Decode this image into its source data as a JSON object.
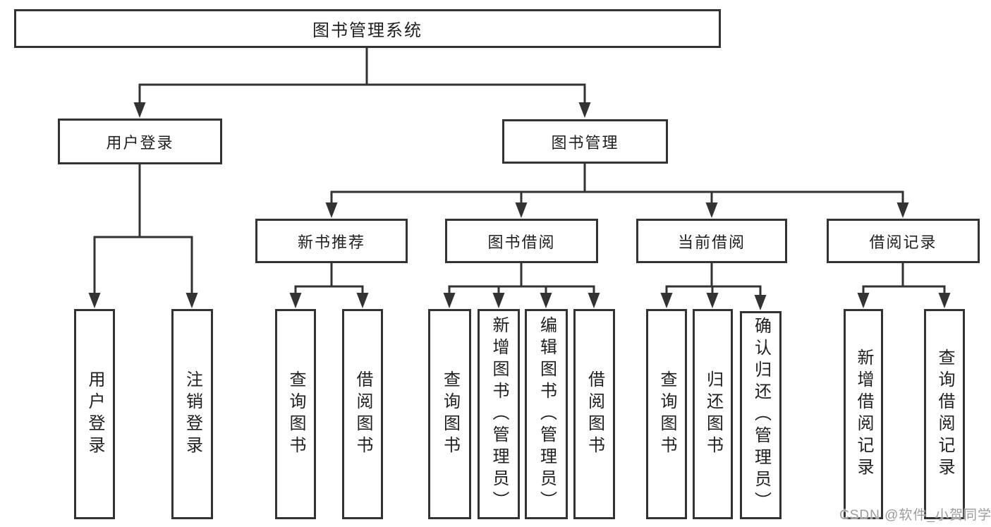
{
  "tree": {
    "root": "图书管理系统",
    "branches": [
      {
        "label": "用户登录",
        "leaves": [
          "用户登录",
          "注销登录"
        ]
      },
      {
        "label": "图书管理",
        "groups": [
          {
            "label": "新书推荐",
            "leaves": [
              "查询图书",
              "借阅图书"
            ]
          },
          {
            "label": "图书借阅",
            "leaves": [
              "查询图书",
              "新增图书（管理员）",
              "编辑图书（管理员）",
              "借阅图书"
            ]
          },
          {
            "label": "当前借阅",
            "leaves": [
              "查询图书",
              "归还图书",
              "确认归还（管理员）"
            ]
          },
          {
            "label": "借阅记录",
            "leaves": [
              "新增借阅记录",
              "查询借阅记录"
            ]
          }
        ]
      }
    ]
  },
  "watermark": {
    "text": "CSDN @软件_小贺同学"
  },
  "colors": {
    "line": "#333333",
    "text": "#1f1f1f",
    "watermark": "#9c9c9c",
    "background": "#ffffff"
  }
}
